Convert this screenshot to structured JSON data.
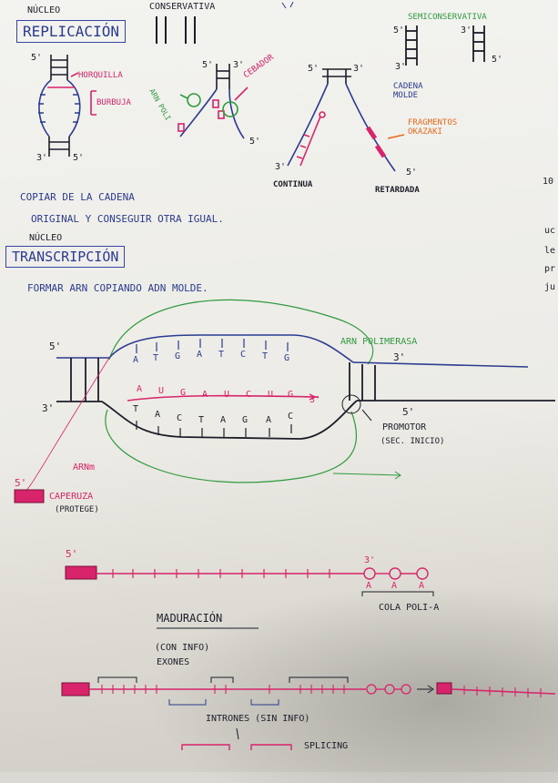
{
  "replication": {
    "nucleus_label": "NÚCLEO",
    "title": "REPLICACIÓN",
    "conservative_label": "CONSERVATIVA",
    "semiconservative_label": "SEMICONSERVATIVA",
    "horquilla": "HORQUILLA",
    "burbuja": "BURBUJA",
    "arn_poli": "ARN POLI",
    "cebador": "CEBADOR",
    "continua": "CONTINUA",
    "retardada": "RETARDADA",
    "fragmentos": "FRAGMENTOS OKAZAKI",
    "cadena_molde": "CADENA MOLDE",
    "note_line1": "COPIAR DE LA CADENA",
    "note_line2": "ORIGINAL Y CONSEGUIR OTRA IGUAL.",
    "p5": "5'",
    "p3": "3'"
  },
  "transcription": {
    "nucleus_label": "NÚCLEO",
    "title": "TRANSCRIPCIÓN",
    "description": "FORMAR ARN COPIANDO ADN MOLDE.",
    "arn_polimerasa": "ARN POLIMERASA",
    "top_bases": [
      "A",
      "T",
      "G",
      "A",
      "T",
      "C",
      "T",
      "G"
    ],
    "rna_bases": [
      "A",
      "U",
      "G",
      "A",
      "U",
      "C",
      "U",
      "G"
    ],
    "bottom_bases": [
      "T",
      "A",
      "C",
      "T",
      "A",
      "G",
      "A",
      "C"
    ],
    "promotor": "PROMOTOR",
    "sec_inicio": "(SEC. INICIO)",
    "arnm": "ARNm",
    "caperuza": "CAPERUZA",
    "protege": "(PROTEGE)",
    "p5": "5'",
    "p3": "3'"
  },
  "maturation": {
    "poly_a_bases": [
      "A",
      "A",
      "A"
    ],
    "cola": "COLA POLI-A",
    "title": "MADURACIÓN",
    "con_info": "(CON INFO)",
    "exones": "EXONES",
    "intrones": "INTRONES (SIN INFO)",
    "splicing": "SPLICING",
    "p5": "5'",
    "p3": "3'"
  },
  "margin_fragments": [
    "10",
    "uc",
    "le",
    "pr",
    "ju"
  ]
}
